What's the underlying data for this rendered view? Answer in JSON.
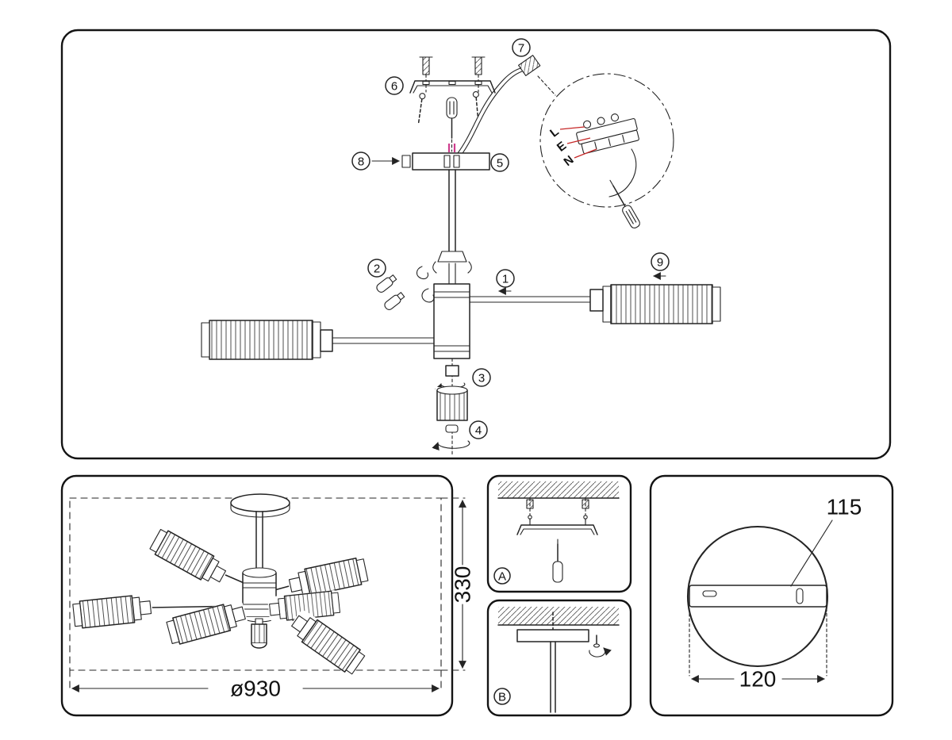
{
  "assembly": {
    "step1": "1",
    "step2": "2",
    "step3": "3",
    "step4": "4",
    "step5": "5",
    "step6": "6",
    "step7": "7",
    "step8": "8",
    "step9": "9",
    "wiring": {
      "line": "L",
      "earth": "E",
      "neutral": "N"
    }
  },
  "install_steps": {
    "a": "A",
    "b": "B"
  },
  "dimensions": {
    "diameter": "ø930",
    "height": "330",
    "plate_hole_spacing": "115",
    "plate_length": "120"
  },
  "colors": {
    "outline": "#242424",
    "wire_lead": "#c62828",
    "wire_marker": "#cf3d8e"
  }
}
